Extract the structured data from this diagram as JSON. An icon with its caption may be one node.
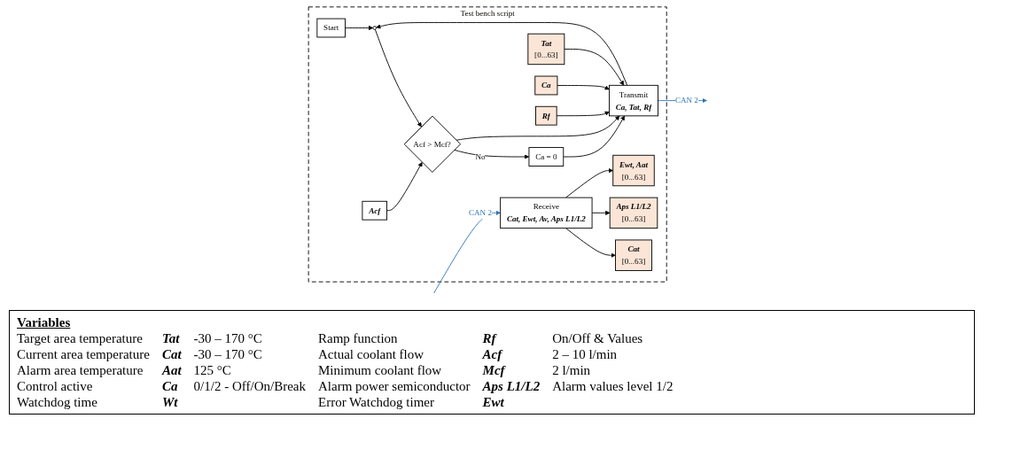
{
  "diagram": {
    "nodes": [
      {
        "text": [
          "Test bench script"
        ]
      },
      {
        "text": [
          "Start"
        ],
        "in": 0
      },
      {
        "text": [],
        "shape": "circle",
        "in": 0
      },
      {
        "text": [
          "Acf"
        ],
        "in": 0
      },
      {
        "text": [
          "Acf > Mcf?"
        ],
        "in": 0
      },
      {
        "text": [
          "Ca = 0"
        ],
        "in": 0
      },
      {
        "text": [
          "Tat",
          "[0...63]"
        ],
        "in": 0
      },
      {
        "text": [
          "Ca"
        ],
        "in": 0
      },
      {
        "text": [
          "Rf"
        ],
        "in": 0
      },
      {
        "text": [
          "Transmit",
          "Ca, Tat, Rf"
        ],
        "in": 0
      },
      {
        "text": [
          "Cat",
          "[0...63]"
        ],
        "in": 0
      },
      {
        "text": [
          "Aps L1/L2",
          "[0...63]"
        ],
        "in": 0
      },
      {
        "text": [
          "Ewt, Aat",
          "[0...63]"
        ],
        "in": 0
      },
      {
        "text": [
          "Receive",
          "Cat, Ewt, Av, Aps L1/L2"
        ],
        "in": 0
      }
    ],
    "edges": [
      {
        "from": 1,
        "to": 2,
        "arrow": "to"
      },
      {
        "from": 2,
        "to": 4,
        "arrow": "to"
      },
      {
        "from": 3,
        "to": 4,
        "arrow": "to"
      },
      {
        "from": 4,
        "to": 5,
        "arrow": "to",
        "label": "No"
      },
      {
        "from": 4,
        "to": 9,
        "arrow": "to"
      },
      {
        "from": 5,
        "to": 9,
        "arrow": "to"
      },
      {
        "from": 6,
        "to": 9,
        "arrow": "to"
      },
      {
        "from": 7,
        "to": 9,
        "arrow": "to"
      },
      {
        "from": 8,
        "to": 9,
        "arrow": "to"
      },
      {
        "from": 9,
        "to": 2,
        "arrow": "to"
      },
      {
        "from": 13,
        "to": 10,
        "arrow": "to"
      },
      {
        "from": 13,
        "to": 11,
        "arrow": "to"
      },
      {
        "from": 13,
        "to": 12,
        "arrow": "to"
      },
      {
        "from": null,
        "to": 13,
        "arrow": "to",
        "label": "CAN 2",
        "color": "#2e75b6"
      },
      {
        "from": 9,
        "to": null,
        "arrow": "to",
        "label": "CAN 2",
        "color": "#2e75b6"
      }
    ],
    "labels": [
      "Variables",
      "Target area temperature",
      "Tat",
      "-30 – 170 °C",
      "Ramp function",
      "Rf",
      "On/Off & Values",
      "Current area temperature",
      "Cat",
      "-30 – 170 °C",
      "Actual coolant flow",
      "Acf",
      "2 – 10 l/min",
      "Alarm area temperature",
      "Aat",
      "125 °C",
      "Minimum coolant flow",
      "Mcf",
      "2 l/min",
      "Control active",
      "Ca",
      "0/1/2 - Off/On/Break",
      "Alarm power semiconductor",
      "Aps L1/L2",
      "Alarm values level 1/2",
      "Watchdog time",
      "Wt",
      "Error Watchdog timer",
      "Ewt"
    ]
  }
}
